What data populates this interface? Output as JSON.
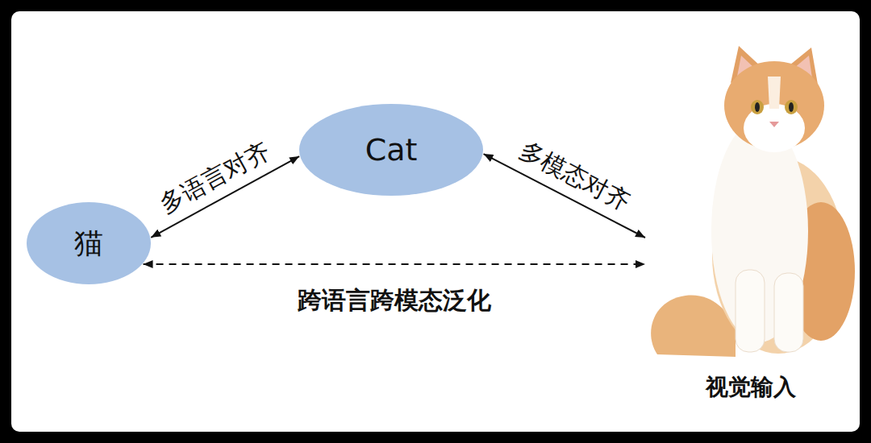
{
  "diagram": {
    "nodes": [
      {
        "text": [
          "猫"
        ]
      },
      {
        "text": [
          "Cat"
        ]
      },
      {
        "text": [
          "视觉输入"
        ]
      }
    ],
    "edges": [
      {
        "from": 0,
        "to": 1,
        "arrow": "both",
        "label": "多语言对齐"
      },
      {
        "from": 1,
        "to": 2,
        "arrow": "both",
        "label": "多模态对齐"
      },
      {
        "from": 0,
        "to": 2,
        "arrow": "both",
        "label": "跨语言跨模态泛化"
      }
    ]
  }
}
